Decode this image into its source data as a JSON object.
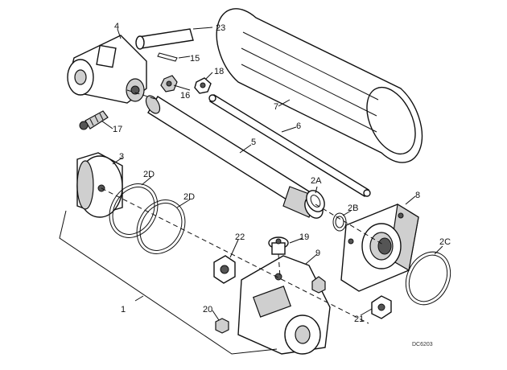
{
  "callouts": {
    "c1": "1",
    "c2A": "2A",
    "c2B": "2B",
    "c2C": "2C",
    "c2D_a": "2D",
    "c2D_b": "2D",
    "c3": "3",
    "c4": "4",
    "c5": "5",
    "c6": "6",
    "c7": "7",
    "c8": "8",
    "c9": "9",
    "c15": "15",
    "c16": "16",
    "c17": "17",
    "c18": "18",
    "c19": "19",
    "c20": "20",
    "c21": "21",
    "c22": "22",
    "c23": "23"
  },
  "figure_code": "DC6203"
}
